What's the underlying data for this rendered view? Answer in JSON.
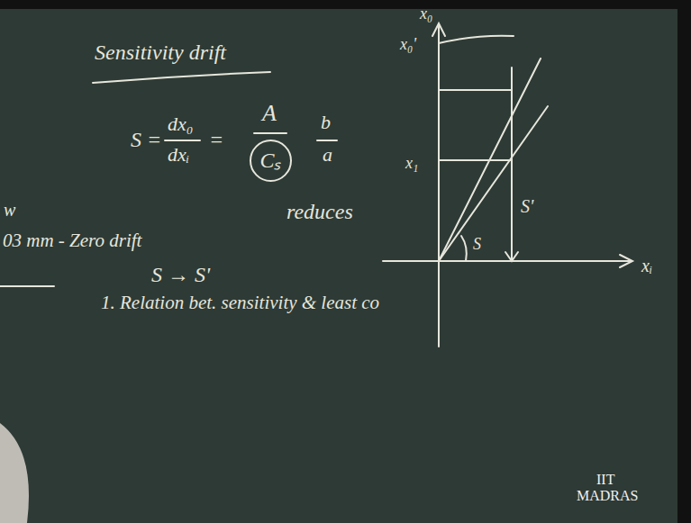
{
  "diagram": {
    "nodes": [
      {
        "text": [
          "Cₛ"
        ]
      }
    ],
    "labels": [
      "Sensitivity drift",
      "S =",
      "dx₀",
      "dxᵢ",
      "=",
      "A",
      "b",
      "a",
      "reduces",
      "w",
      "03 mm - Zero drift",
      "S → S'",
      "1. Relation bet. sensitivity & least co",
      "x₀",
      "x₀'",
      "x₁",
      "S'",
      "S",
      "xᵢ",
      "IIT",
      "MADRAS"
    ]
  }
}
